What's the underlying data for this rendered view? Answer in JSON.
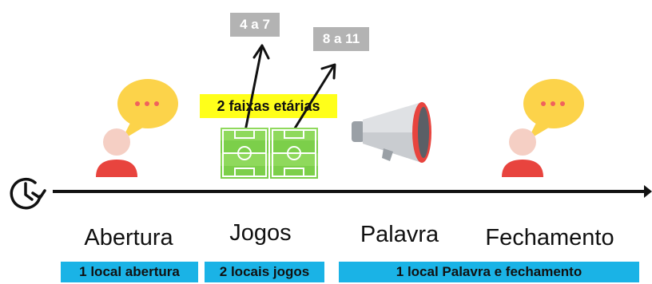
{
  "age_groups": [
    "4 a 7",
    "8 a 11"
  ],
  "groups_label": "2 faixas etárias",
  "stages": [
    "Abertura",
    "Jogos",
    "Palavra",
    "Fechamento"
  ],
  "bottom_labels": [
    "1 local abertura",
    "2 locais jogos",
    "1 local Palavra e fechamento"
  ],
  "icons": {
    "timeline": "clock-history-icon",
    "speaker": "person-speech-bubble-icon",
    "field": "soccer-field-icon",
    "megaphone": "megaphone-icon"
  },
  "colors": {
    "speech_bubble": "#fcd34a",
    "dots": "#f0625d",
    "person_head": "#f5cfc4",
    "person_body": "#e8443e",
    "field": "#7ccf4a",
    "tag_gray": "#b3b3b3",
    "label_yellow": "#ffff1a",
    "label_blue": "#1ab3e6"
  }
}
